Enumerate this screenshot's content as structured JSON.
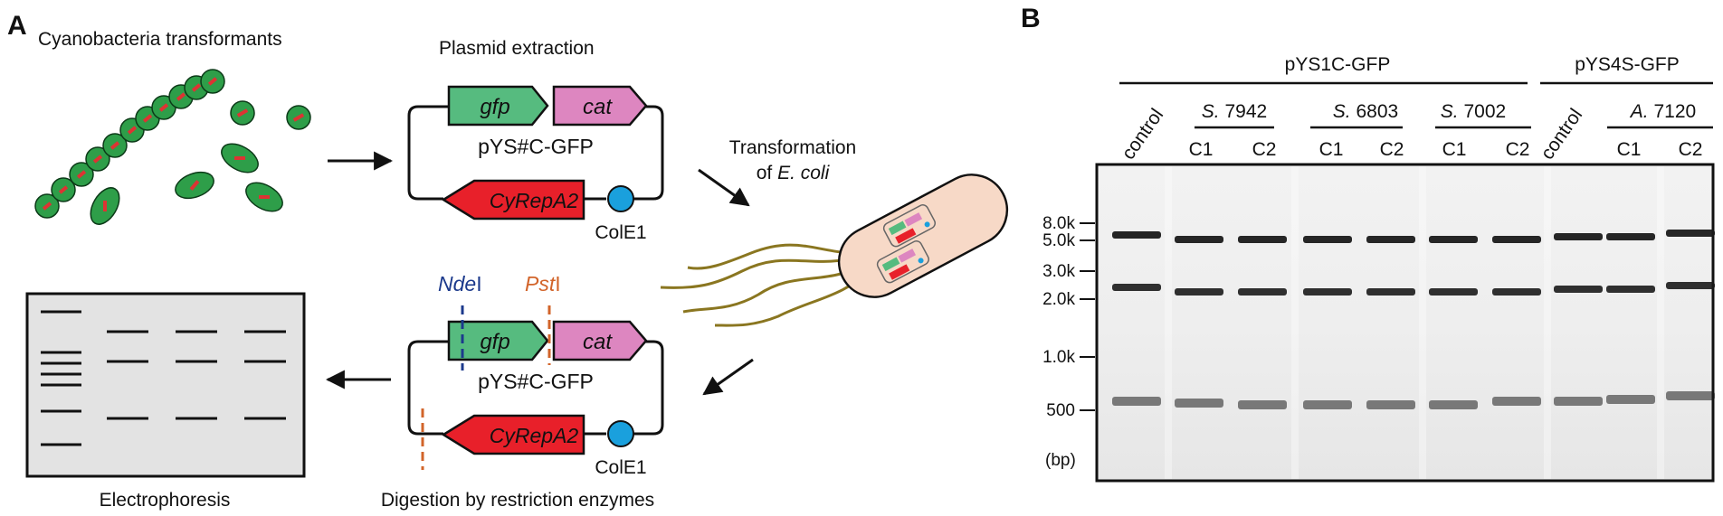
{
  "panel_a": {
    "letter": "A",
    "step1_label": "Cyanobacteria transformants",
    "step2_label": "Plasmid extraction",
    "step3_label_line1": "Transformation",
    "step3_label_line2_prefix": "of ",
    "step3_label_line2_italic": "E. coli",
    "step4_label": "Digestion by restriction enzymes",
    "step5_label": "Electrophoresis",
    "plasmid_top": {
      "gene1": "gfp",
      "gene2": "cat",
      "name": "pYS#C-GFP",
      "rep": "CyRepA2",
      "ori": "ColE1"
    },
    "plasmid_bottom": {
      "gene1": "gfp",
      "gene2": "cat",
      "name": "pYS#C-GFP",
      "rep": "CyRepA2",
      "ori": "ColE1",
      "enzyme1_italic": "Nde",
      "enzyme1_roman": "I",
      "enzyme2_italic": "Pst",
      "enzyme2_roman": "I"
    },
    "colors": {
      "cell_green": "#2e9e49",
      "gfp": "#56bb7f",
      "cat": "#dd86c0",
      "cyrepa2": "#e8202a",
      "cole1": "#1aa0dd",
      "ecoli_body": "#f7d9c7",
      "flagella": "#8a7620",
      "ndei": "#1c3a8c",
      "psti": "#d2642a",
      "gel_bg": "#e3e3e3"
    }
  },
  "panel_b": {
    "letter": "B",
    "group1": "pYS1C-GFP",
    "group2": "pYS4S-GFP",
    "control_label": "control",
    "strains": [
      {
        "italic": "S.",
        "rest": " 7942"
      },
      {
        "italic": "S.",
        "rest": " 6803"
      },
      {
        "italic": "S.",
        "rest": " 7002"
      },
      {
        "italic": "A.",
        "rest": " 7120"
      }
    ],
    "clone1": "C1",
    "clone2": "C2",
    "ladder": [
      "8.0k",
      "5.0k",
      "3.0k",
      "2.0k",
      "1.0k",
      "500"
    ],
    "unit": "(bp)"
  }
}
